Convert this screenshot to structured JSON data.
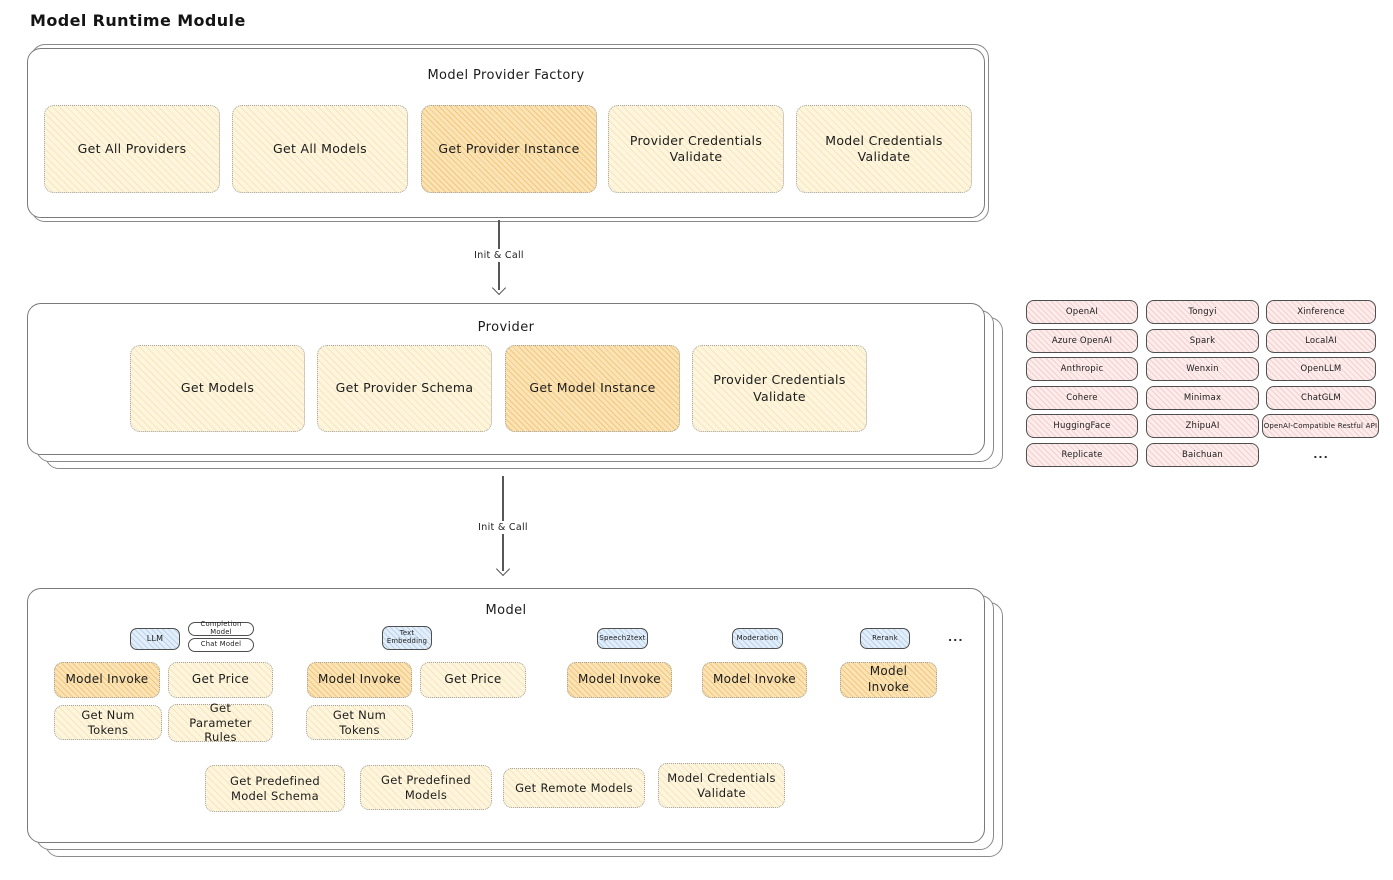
{
  "title": "Model Runtime Module",
  "arrows": {
    "factory_to_provider": "Init & Call",
    "provider_to_model": "Init & Call"
  },
  "factory": {
    "label": "Model Provider Factory",
    "methods": [
      {
        "label": "Get All Providers",
        "highlighted": false
      },
      {
        "label": "Get All Models",
        "highlighted": false
      },
      {
        "label": "Get Provider Instance",
        "highlighted": true
      },
      {
        "label": "Provider Credentials Validate",
        "highlighted": false
      },
      {
        "label": "Model Credentials Validate",
        "highlighted": false
      }
    ]
  },
  "provider": {
    "label": "Provider",
    "methods": [
      {
        "label": "Get Models",
        "highlighted": false
      },
      {
        "label": "Get Provider Schema",
        "highlighted": false
      },
      {
        "label": "Get Model Instance",
        "highlighted": true
      },
      {
        "label": "Provider Credentials Validate",
        "highlighted": false
      }
    ]
  },
  "provider_list": {
    "items": [
      "OpenAI",
      "Tongyi",
      "Xinference",
      "Azure OpenAI",
      "Spark",
      "LocalAI",
      "Anthropic",
      "Wenxin",
      "OpenLLM",
      "Cohere",
      "Minimax",
      "ChatGLM",
      "HuggingFace",
      "ZhipuAI",
      "OpenAI-Compatible Restful API",
      "Replicate",
      "Baichuan"
    ],
    "ellipsis": "..."
  },
  "model": {
    "label": "Model",
    "tags": {
      "llm": "LLM",
      "completion_model": "Completion Model",
      "chat_model": "Chat Model",
      "text_embedding": "Text Embedding",
      "speech2text": "Speech2text",
      "moderation": "Moderation",
      "rerank": "Rerank",
      "ellipsis": "..."
    },
    "methods": {
      "model_invoke": "Model Invoke",
      "get_price": "Get Price",
      "get_num_tokens": "Get Num Tokens",
      "get_parameter_rules": "Get Parameter Rules",
      "get_predefined_model_schema": "Get Predefined Model Schema",
      "get_predefined_models": "Get Predefined Models",
      "get_remote_models": "Get Remote Models",
      "model_credentials_validate": "Model Credentials Validate"
    }
  },
  "colors": {
    "cream_fill": "#fdf5dd",
    "highlight_fill": "#fae4b6",
    "pink_fill": "#fcecec",
    "blue_fill": "#e2eef9",
    "box_border": "#7a7a7a",
    "dotted_border": "#a3a3a3"
  }
}
